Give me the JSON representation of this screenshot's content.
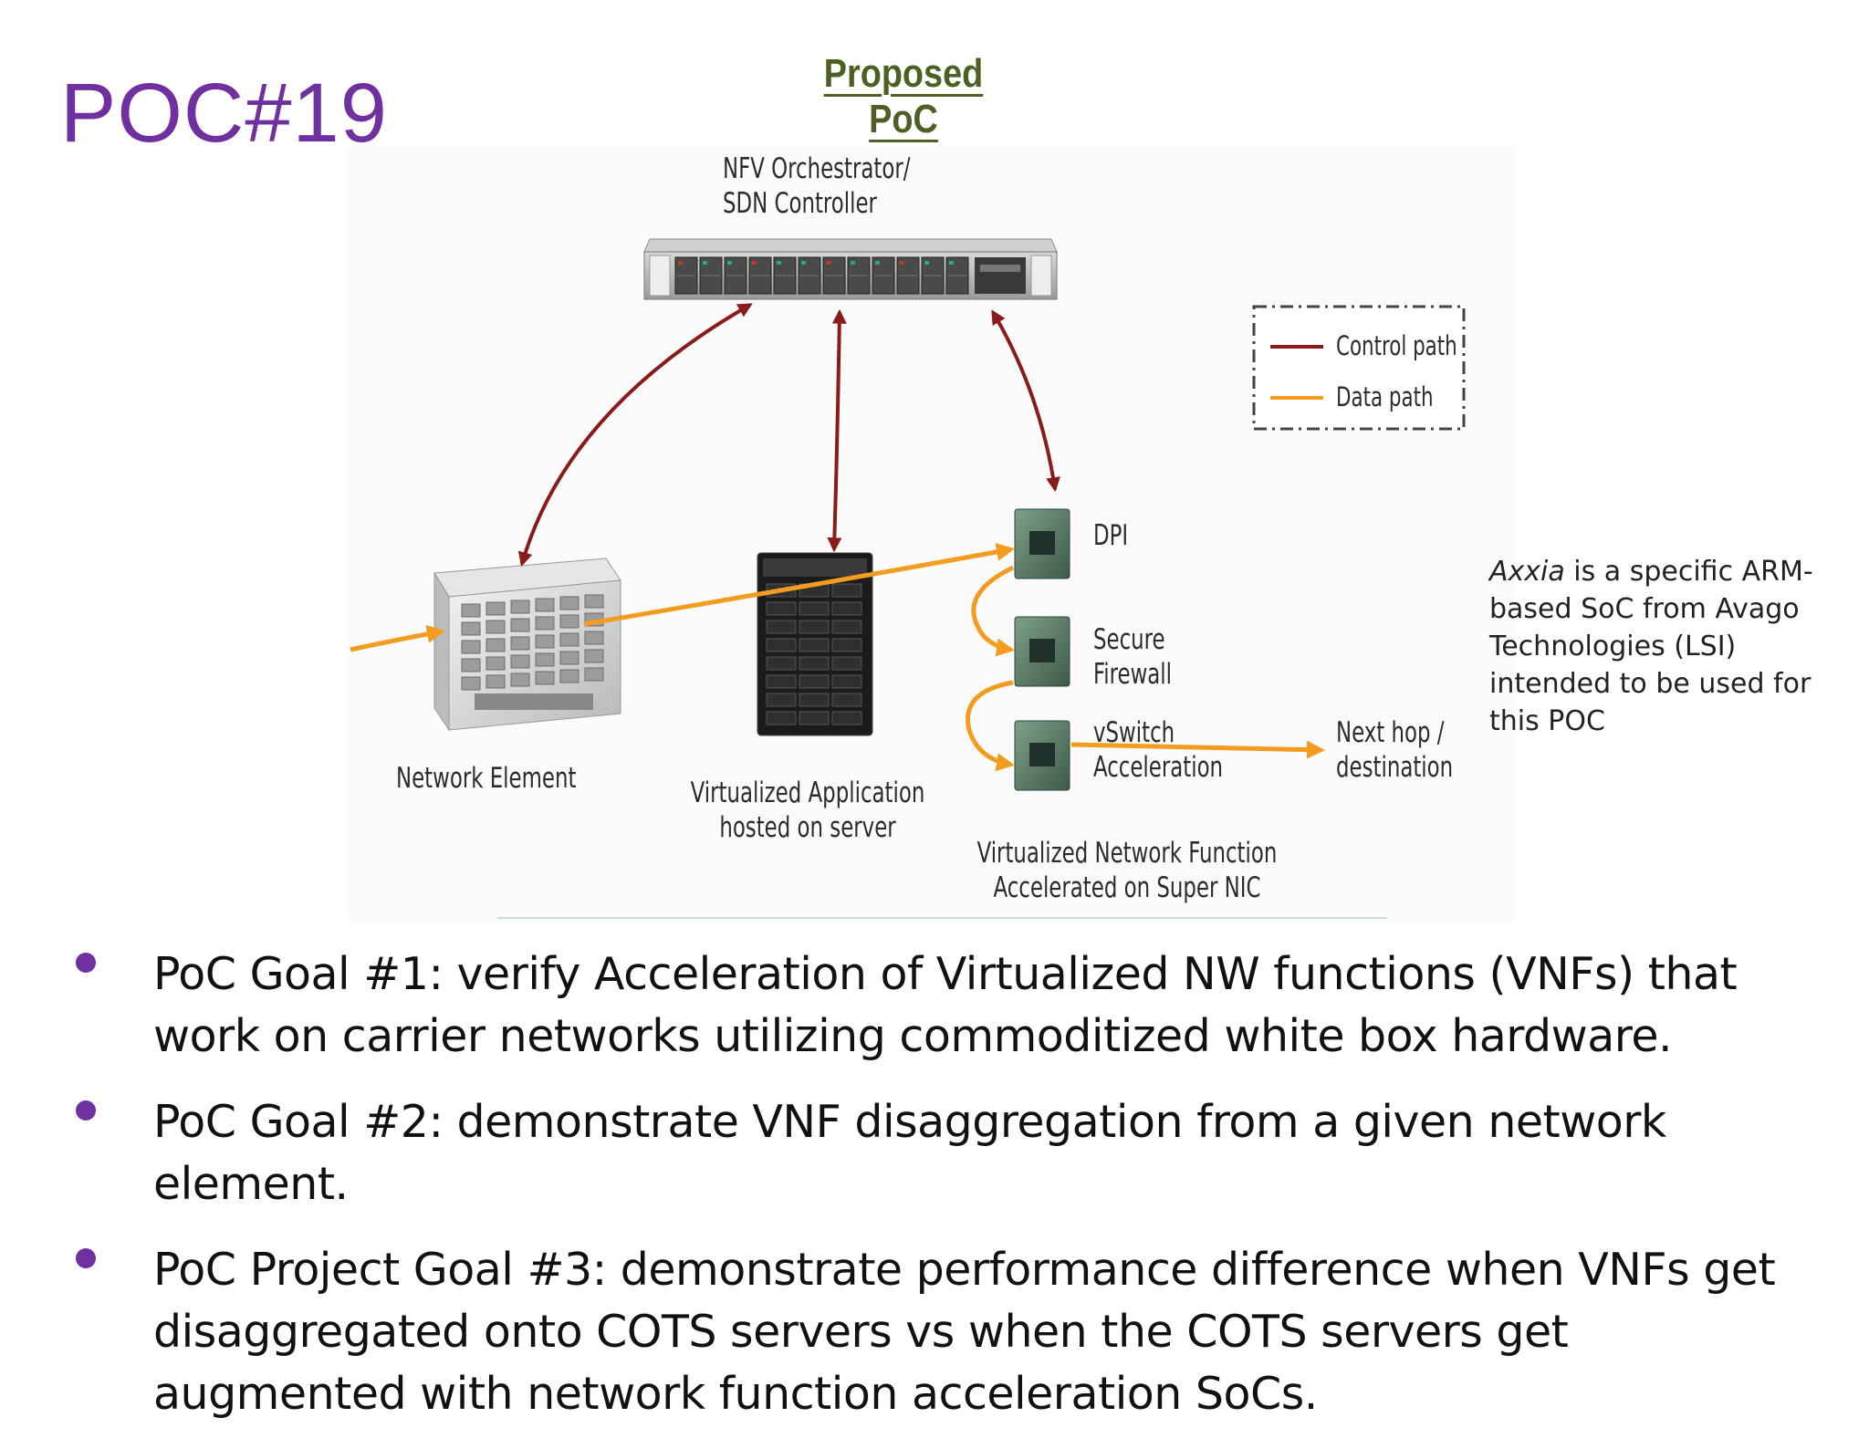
{
  "slide": {
    "title": "POC#19",
    "diagram_title": "Proposed PoC"
  },
  "diagram": {
    "labels": {
      "orchestrator_line1": "NFV Orchestrator/",
      "orchestrator_line2": "SDN Controller",
      "network_element": "Network Element",
      "virtualized_app_line1": "Virtualized Application",
      "virtualized_app_line2": "hosted on server",
      "dpi": "DPI",
      "secure_firewall_line1": "Secure",
      "secure_firewall_line2": "Firewall",
      "vswitch_line1": "vSwitch",
      "vswitch_line2": "Acceleration",
      "next_hop_line1": "Next hop /",
      "next_hop_line2": "destination",
      "vnf_line1": "Virtualized Network Function",
      "vnf_line2": "Accelerated on Super NIC"
    },
    "legend": {
      "control_path": "Control path",
      "data_path": "Data path"
    },
    "colors": {
      "control_path": "#8b1a1a",
      "data_path": "#f39c1f",
      "title_purple": "#7030a0",
      "diagram_title_green": "#4d5f22"
    }
  },
  "side_note": {
    "emphasis": "Axxia",
    "text": " is a specific ARM-based SoC from Avago Technologies (LSI) intended to be used for this POC"
  },
  "bullets": [
    "PoC Goal #1: verify Acceleration of Virtualized NW functions (VNFs) that work on carrier networks utilizing commoditized white box hardware.",
    "PoC Goal #2: demonstrate VNF disaggregation from a given network element.",
    "PoC Project Goal #3: demonstrate performance difference when VNFs get disaggregated onto COTS servers vs when the COTS servers get augmented with network function acceleration SoCs."
  ]
}
